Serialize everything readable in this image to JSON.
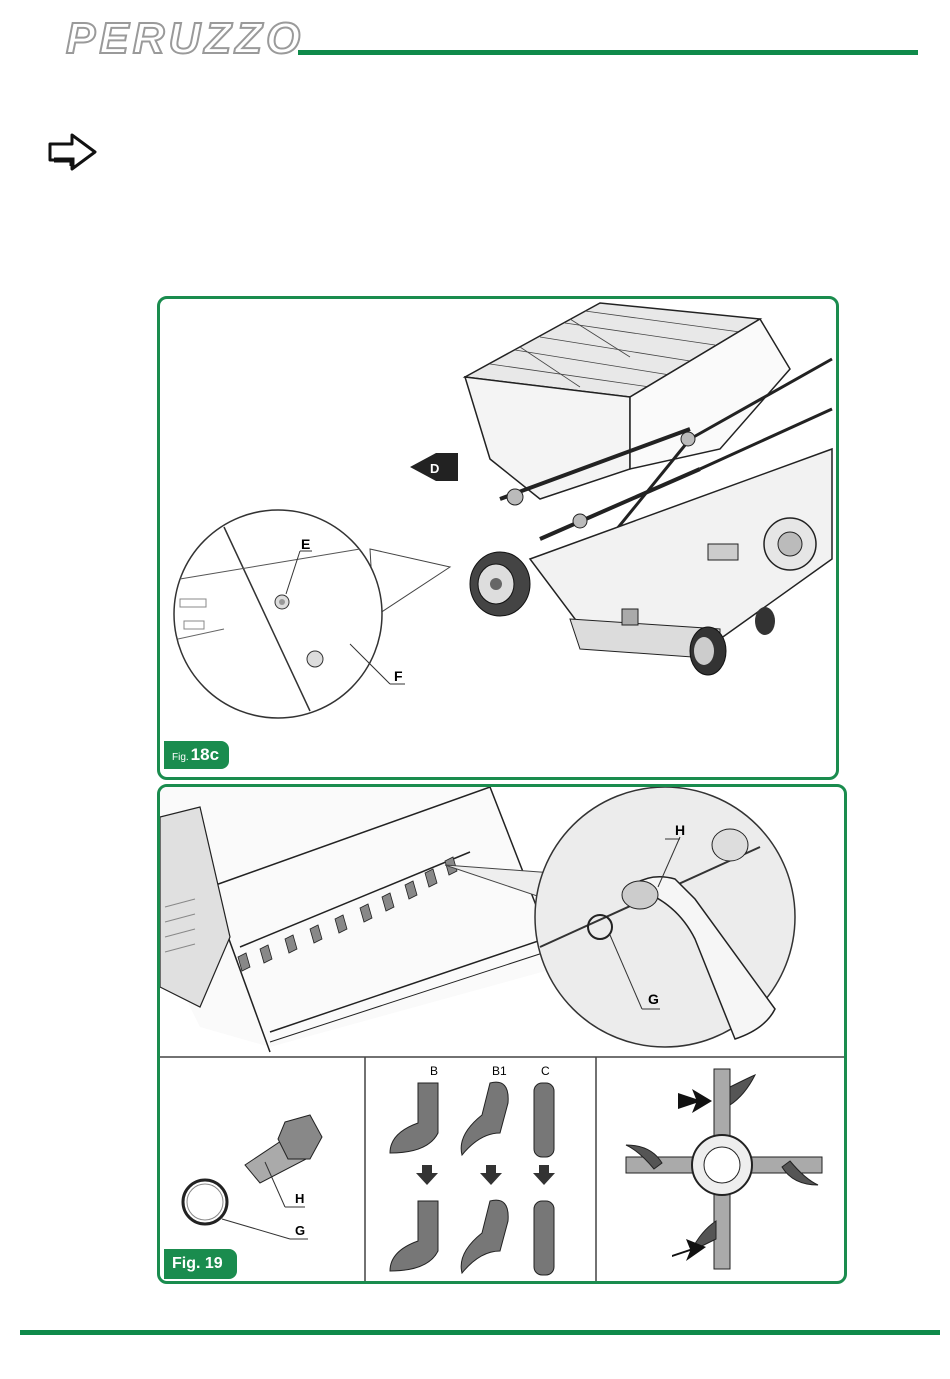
{
  "header": {
    "brand": "PERUZZO"
  },
  "figure_18c": {
    "badge_prefix": "Fig.",
    "badge_number": "18c",
    "labels": {
      "direction": "D",
      "screw": "E",
      "panel": "F"
    }
  },
  "figure_19": {
    "badge": "Fig. 19",
    "labels": {
      "bolt": "H",
      "ring": "G"
    },
    "blade_types": [
      "B",
      "B1",
      "C"
    ]
  },
  "colors": {
    "accent": "#1a8c4e",
    "rule": "#0f8a4a",
    "brand_outline": "#9a9a9a"
  },
  "icons": {
    "note": "arrow-right-icon"
  }
}
